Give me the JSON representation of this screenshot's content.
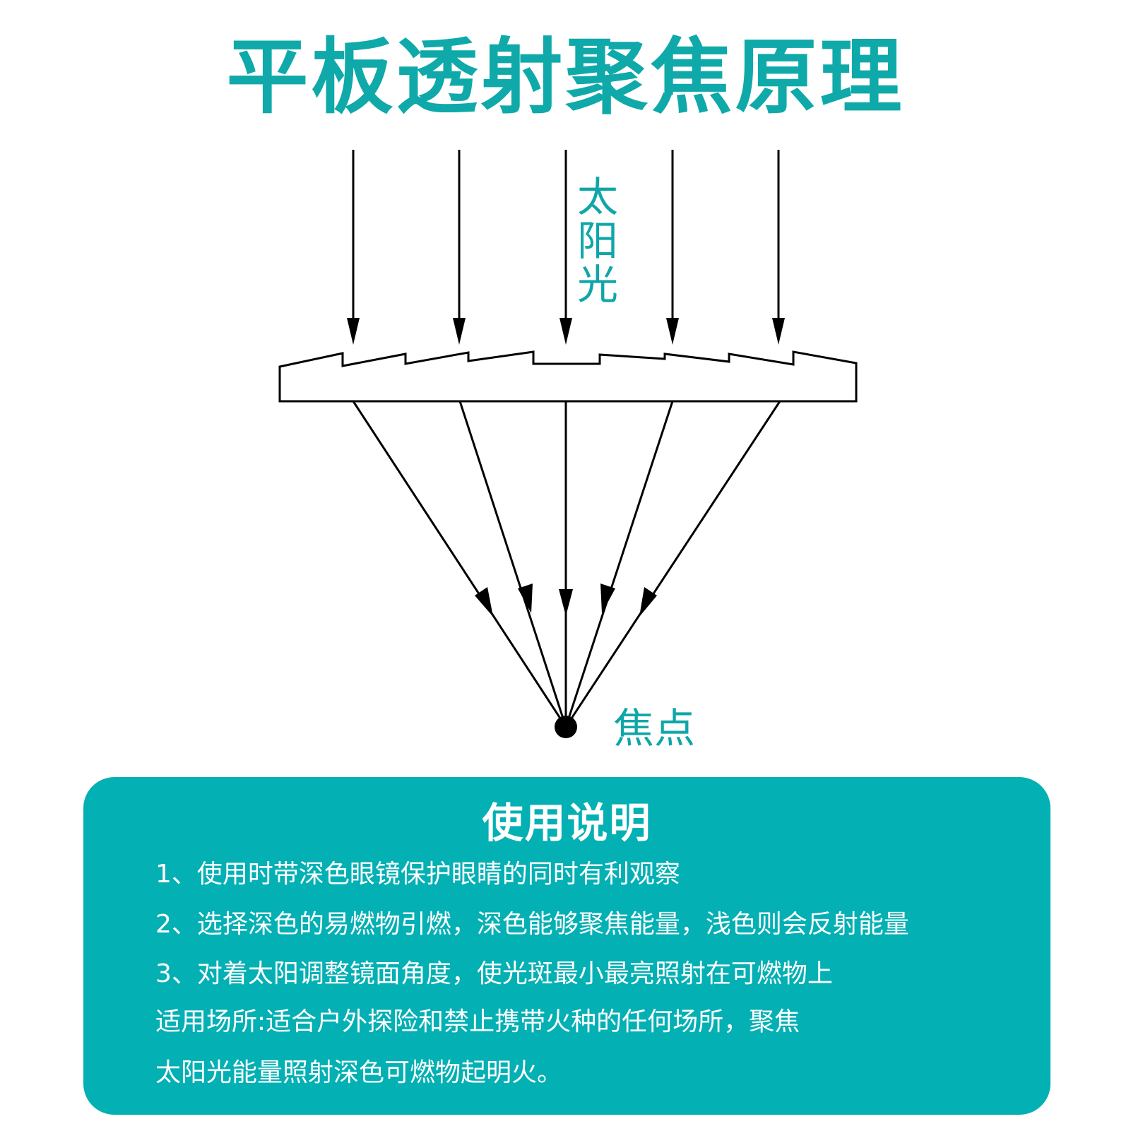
{
  "title": "平板透射聚焦原理",
  "diagram": {
    "sunlight_label": [
      "太",
      "阳",
      "光"
    ],
    "focus_label": "焦点",
    "line_color": "#000000",
    "label_color": "#10a6a8"
  },
  "panel": {
    "heading": "使用说明",
    "lines": [
      "1、使用时带深色眼镜保护眼睛的同时有利观察",
      "2、选择深色的易燃物引燃，深色能够聚焦能量，浅色则会反射能量",
      "3、对着太阳调整镜面角度，使光斑最小最亮照射在可燃物上",
      "适用场所:适合户外探险和禁止携带火种的任何场所，聚焦",
      "太阳光能量照射深色可燃物起明火。"
    ],
    "background_color": "#03b0b4",
    "text_color": "#ffffff"
  },
  "title_color": "#0fa9a9"
}
